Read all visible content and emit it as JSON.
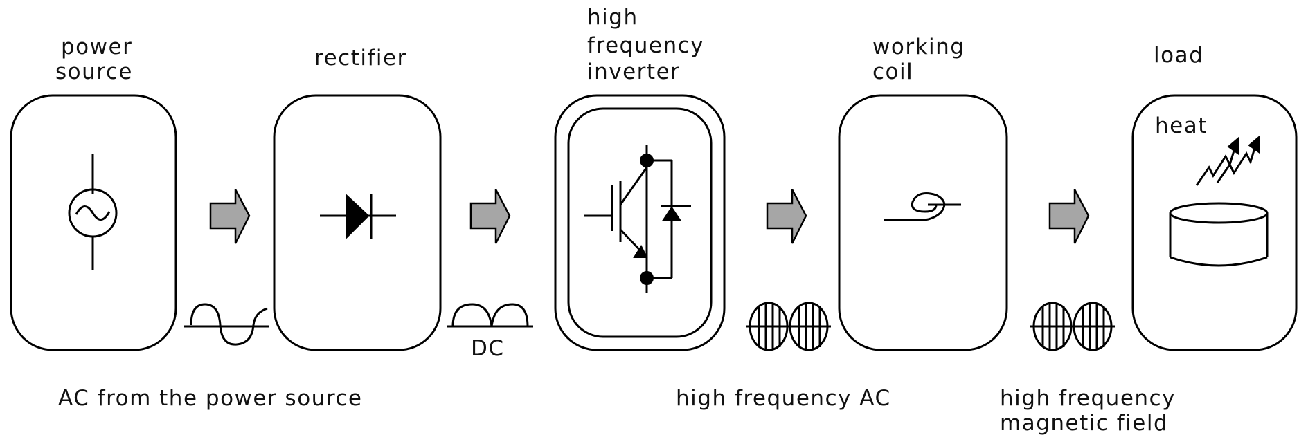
{
  "labels": {
    "power_source": [
      "power",
      "source"
    ],
    "rectifier": "rectifier",
    "inverter": [
      "high",
      "frequency",
      "inverter"
    ],
    "working_coil": [
      "working",
      "coil"
    ],
    "load": "load",
    "heat": "heat",
    "dc": "DC",
    "ac_from_source": "AC from the power source",
    "hf_ac": "high frequency AC",
    "hf_magnetic": [
      "high frequency",
      "magnetic field"
    ]
  },
  "icons": [
    "ac-source-symbol",
    "diode-symbol",
    "igbt-symbol",
    "coil-symbol",
    "heated-pot-symbol"
  ],
  "colors": {
    "arrow_fill": "#a6a6a6",
    "stroke": "#000000"
  }
}
